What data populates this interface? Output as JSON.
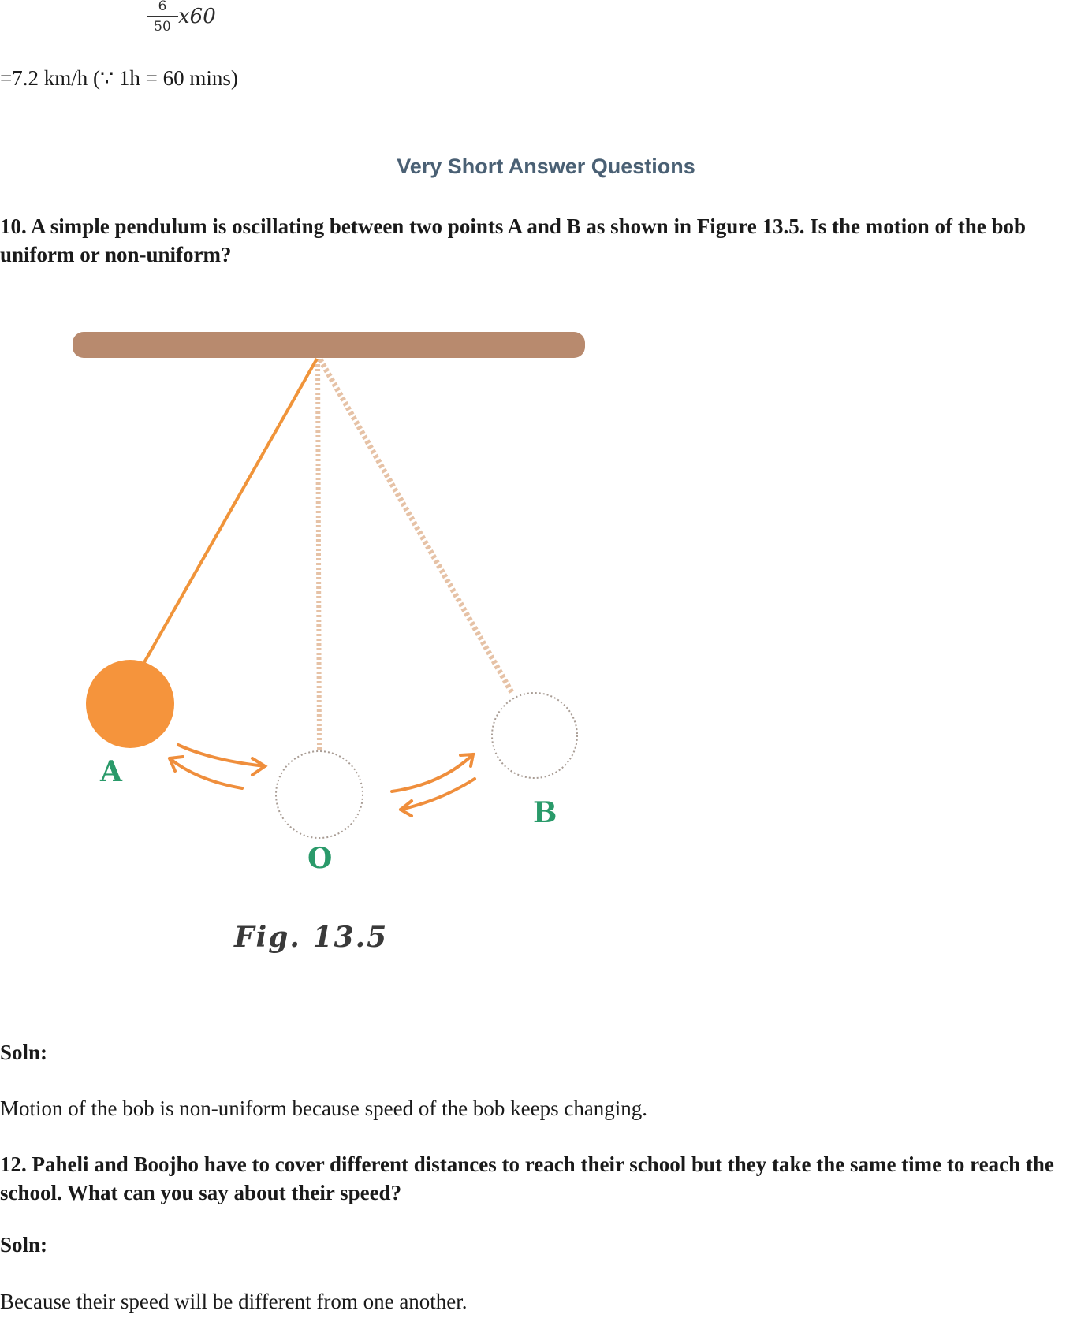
{
  "calculation": {
    "fraction_numerator": "6",
    "fraction_denominator": "50",
    "multiplier": "x60",
    "result": "=7.2 km/h (∵ 1h = 60 mins)"
  },
  "section_title": "Very Short Answer Questions",
  "questions": [
    {
      "text": "10. A simple pendulum is oscillating between two points A and B as shown in Figure 13.5. Is the motion of the bob uniform or non-uniform?",
      "soln_label": "Soln:",
      "answer": "Motion of the bob is non-uniform because speed of the bob keeps changing."
    },
    {
      "text": "12. Paheli and Boojho have to cover different distances to reach their school but they take the same time to reach the school. What can you say about their speed?",
      "soln_label": "Soln:",
      "answer": "Because their speed will be different from one another."
    }
  ],
  "figure": {
    "caption": "Fig. 13.5",
    "labels": {
      "a": "A",
      "o": "O",
      "b": "B"
    },
    "colors": {
      "support_bar": "#b88a6e",
      "string": "#f0943a",
      "bob": "#f5943c",
      "ghost_string": "#e6c2a6",
      "ghost_circle": "#a89c94",
      "arrow": "#ef8e3c",
      "label": "#2a9a6a"
    }
  }
}
